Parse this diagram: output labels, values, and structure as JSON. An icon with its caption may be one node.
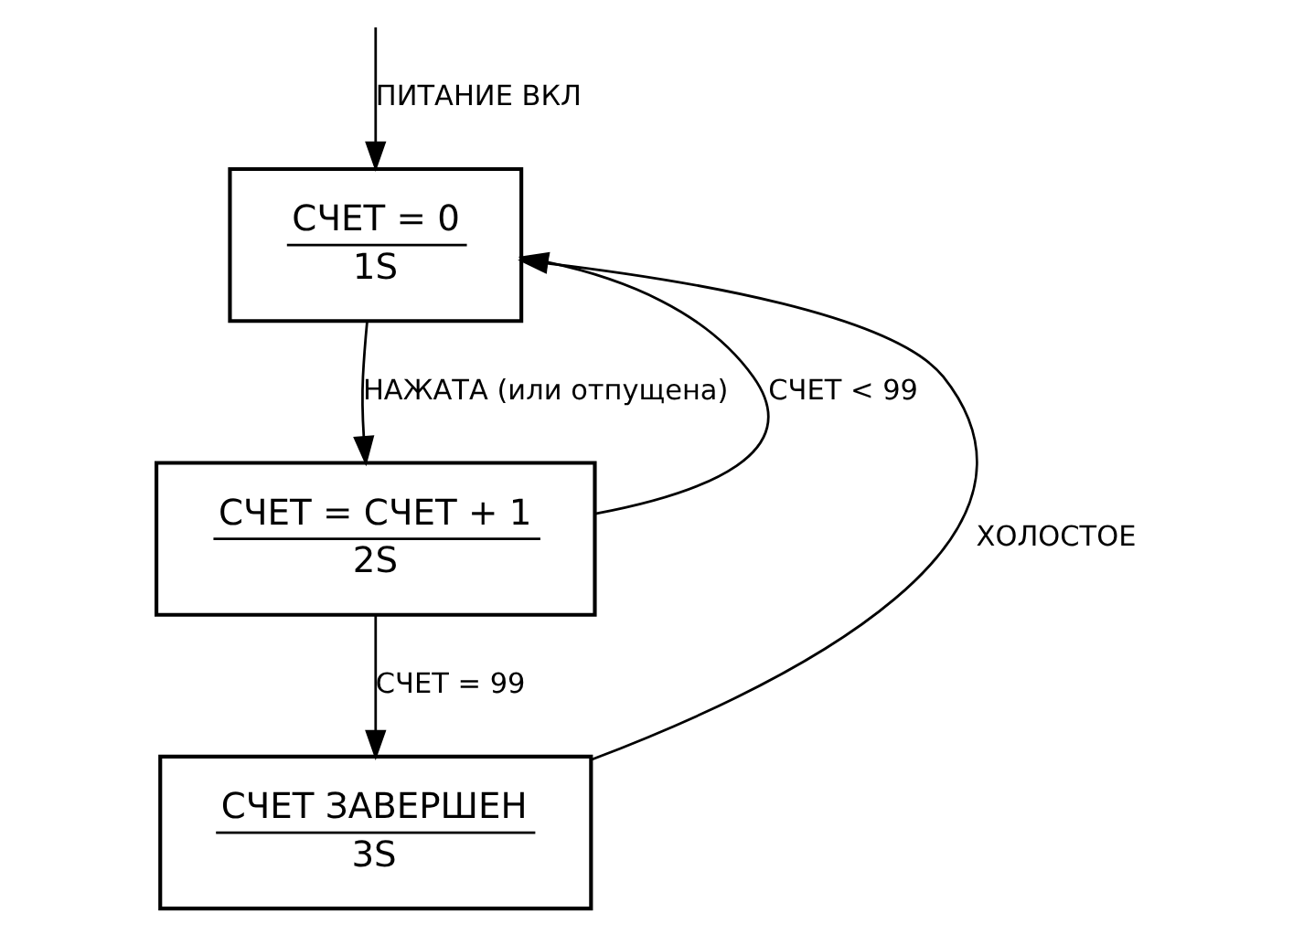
{
  "diagram": {
    "nodes": [
      {
        "text": [
          "СЧЕТ = 0",
          "1S"
        ]
      },
      {
        "text": [
          "СЧЕТ = СЧЕТ + 1",
          "2S"
        ]
      },
      {
        "text": [
          "СЧЕТ ЗАВЕРШЕН",
          "3S"
        ]
      }
    ],
    "edges": [
      {
        "from": null,
        "to": 0,
        "arrow": "to",
        "label": "ПИТАНИЕ ВКЛ"
      },
      {
        "from": 0,
        "to": 1,
        "arrow": "to",
        "label": "НАЖАТА (или отпущена)"
      },
      {
        "from": 1,
        "to": 0,
        "arrow": "to",
        "label": "СЧЕТ < 99"
      },
      {
        "from": 1,
        "to": 2,
        "arrow": "to",
        "label": "СЧЕТ = 99"
      },
      {
        "from": 2,
        "to": 0,
        "arrow": "to",
        "label": "ХОЛОСТОЕ"
      }
    ]
  }
}
